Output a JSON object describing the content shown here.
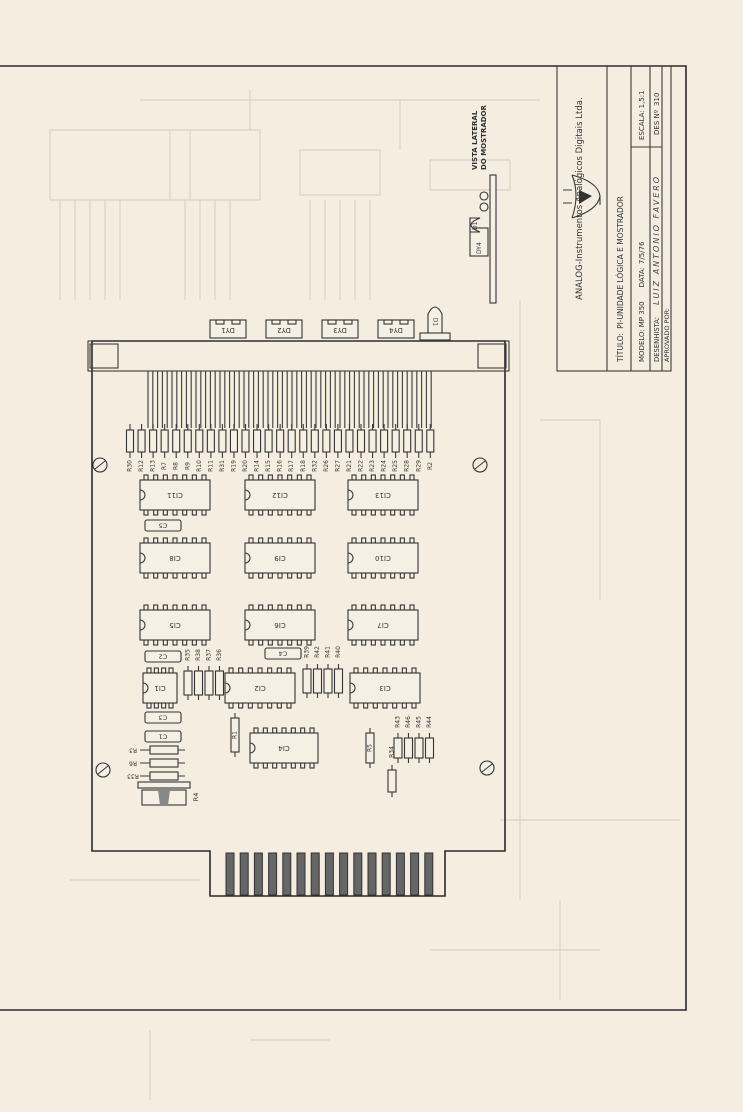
{
  "title_block": {
    "company": "ANALOG-Instrumentos Analógicos Digitais Ltda.",
    "title_label": "TÍTULO:",
    "title_value": "PI-UNIDADE LÓGICA E MOSTRADOR",
    "model_label": "MODELO:",
    "model_value": "MP 350",
    "date_label": "DATA:",
    "date_value": "7/5/76",
    "scale_label": "ESCALA:",
    "scale_value": "1,5:1",
    "drafter_label": "DESENHISTA:",
    "drafter_value": "LUIZ ANTONIO FAVERO",
    "drawing_no_label": "DES Nº",
    "drawing_no_value": "310",
    "approved_label": "APROVADO POR:"
  },
  "side_view": {
    "caption_line1": "VISTA LATERAL",
    "caption_line2": "DO MOSTRADOR",
    "display_label": "DY4",
    "led_label": "D1"
  },
  "displays": [
    "DY1",
    "DY2",
    "DY3",
    "DY4"
  ],
  "led": "D1",
  "resistor_row": [
    "R30",
    "R12",
    "R13",
    "R7",
    "R8",
    "R9",
    "R10",
    "R11",
    "R31",
    "R19",
    "R20",
    "R14",
    "R15",
    "R16",
    "R17",
    "R18",
    "R32",
    "R26",
    "R27",
    "R21",
    "R22",
    "R23",
    "R24",
    "R25",
    "R28",
    "R29",
    "R2"
  ],
  "ics": {
    "row1": [
      "CI11",
      "CI12",
      "CI13"
    ],
    "row2": [
      "CI8",
      "CI9",
      "CI10"
    ],
    "row3": [
      "CI5",
      "CI6",
      "CI7"
    ],
    "ci1": "CI1",
    "ci2": "CI2",
    "ci3": "CI3",
    "ci4": "CI4"
  },
  "capacitors": {
    "c1": "C1",
    "c2": "C2",
    "c3": "C3",
    "c4": "C4",
    "c5": "C5"
  },
  "resistor_groups": {
    "left": [
      "R35",
      "R38",
      "R37",
      "R36"
    ],
    "mid": [
      "R39",
      "R42",
      "R41",
      "R40"
    ],
    "right": [
      "R43",
      "R46",
      "R45",
      "R44"
    ],
    "horizontal": [
      "R3",
      "R6",
      "R33"
    ],
    "r1": "R1",
    "r4": "R4",
    "r5": "R5",
    "r34": "R34"
  }
}
